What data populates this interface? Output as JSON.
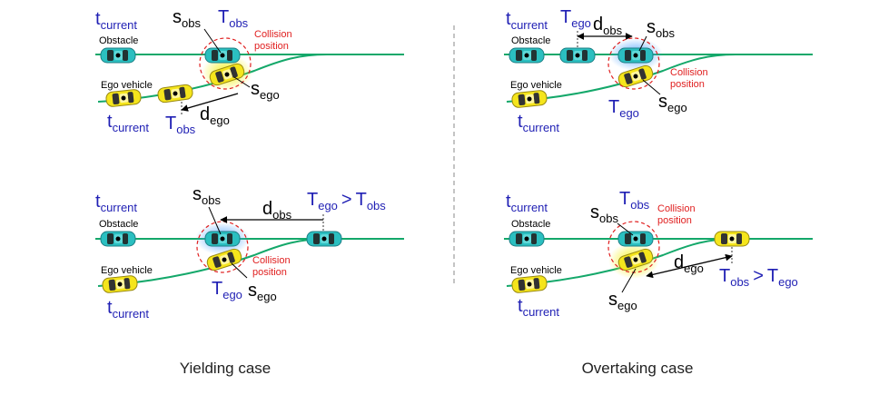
{
  "colors": {
    "road": "#14a86a",
    "obstacle_car": "#2bbfc0",
    "ego_car": "#f5e51c",
    "label_blue": "#1f1fb4",
    "collision_red": "#e02020",
    "divider": "#888888"
  },
  "labels": {
    "t": "t",
    "T": "T",
    "s": "s",
    "d": "d",
    "current": "current",
    "obs": "obs",
    "ego": "ego",
    "gt": ">",
    "obstacle": "Obstacle",
    "ego_vehicle": "Ego vehicle",
    "collision_line1": "Collision",
    "collision_line2": "position"
  },
  "captions": {
    "left": "Yielding case",
    "right": "Overtaking case"
  }
}
